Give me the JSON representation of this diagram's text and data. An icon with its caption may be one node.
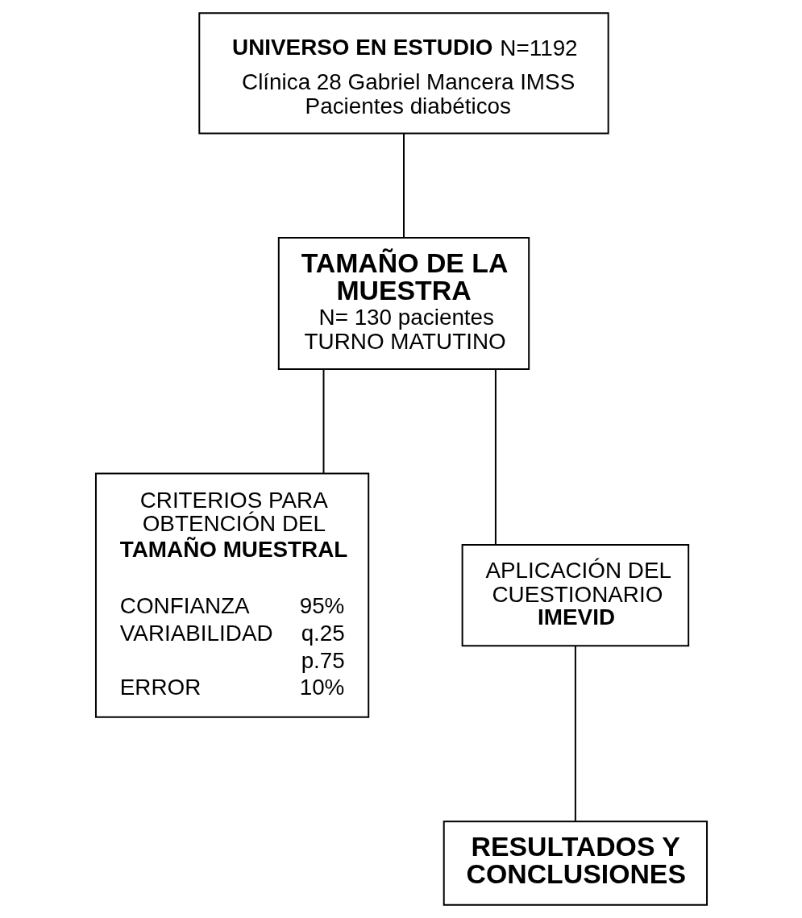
{
  "diagram": {
    "nodes": [
      {
        "text": [
          "**UNIVERSO EN ESTUDIO** N=1192",
          "Clínica 28 Gabriel Mancera IMSS",
          "Pacientes diabéticos"
        ]
      },
      {
        "text": [
          "TAMAÑO DE LA MUESTRA",
          "N= 130 pacientes",
          "TURNO MATUTINO"
        ]
      },
      {
        "text": [
          "CRITERIOS PARA OBTENCIÓN DEL",
          "TAMAÑO MUESTRAL",
          "CONFIANZA",
          "95%",
          "VARIABILIDAD",
          "q.25",
          "p.75",
          "ERROR",
          "10%"
        ]
      },
      {
        "text": [
          "APLICACIÓN DEL CUESTIONARIO",
          "IMEVID"
        ]
      },
      {
        "text": [
          "RESULTADOS Y CONCLUSIONES"
        ]
      }
    ],
    "edges": [
      {
        "from": 0,
        "to": 1,
        "arrow": "none"
      },
      {
        "from": 1,
        "to": 2,
        "arrow": "none"
      },
      {
        "from": 1,
        "to": 3,
        "arrow": "none"
      },
      {
        "from": 3,
        "to": 4,
        "arrow": "none"
      }
    ]
  }
}
